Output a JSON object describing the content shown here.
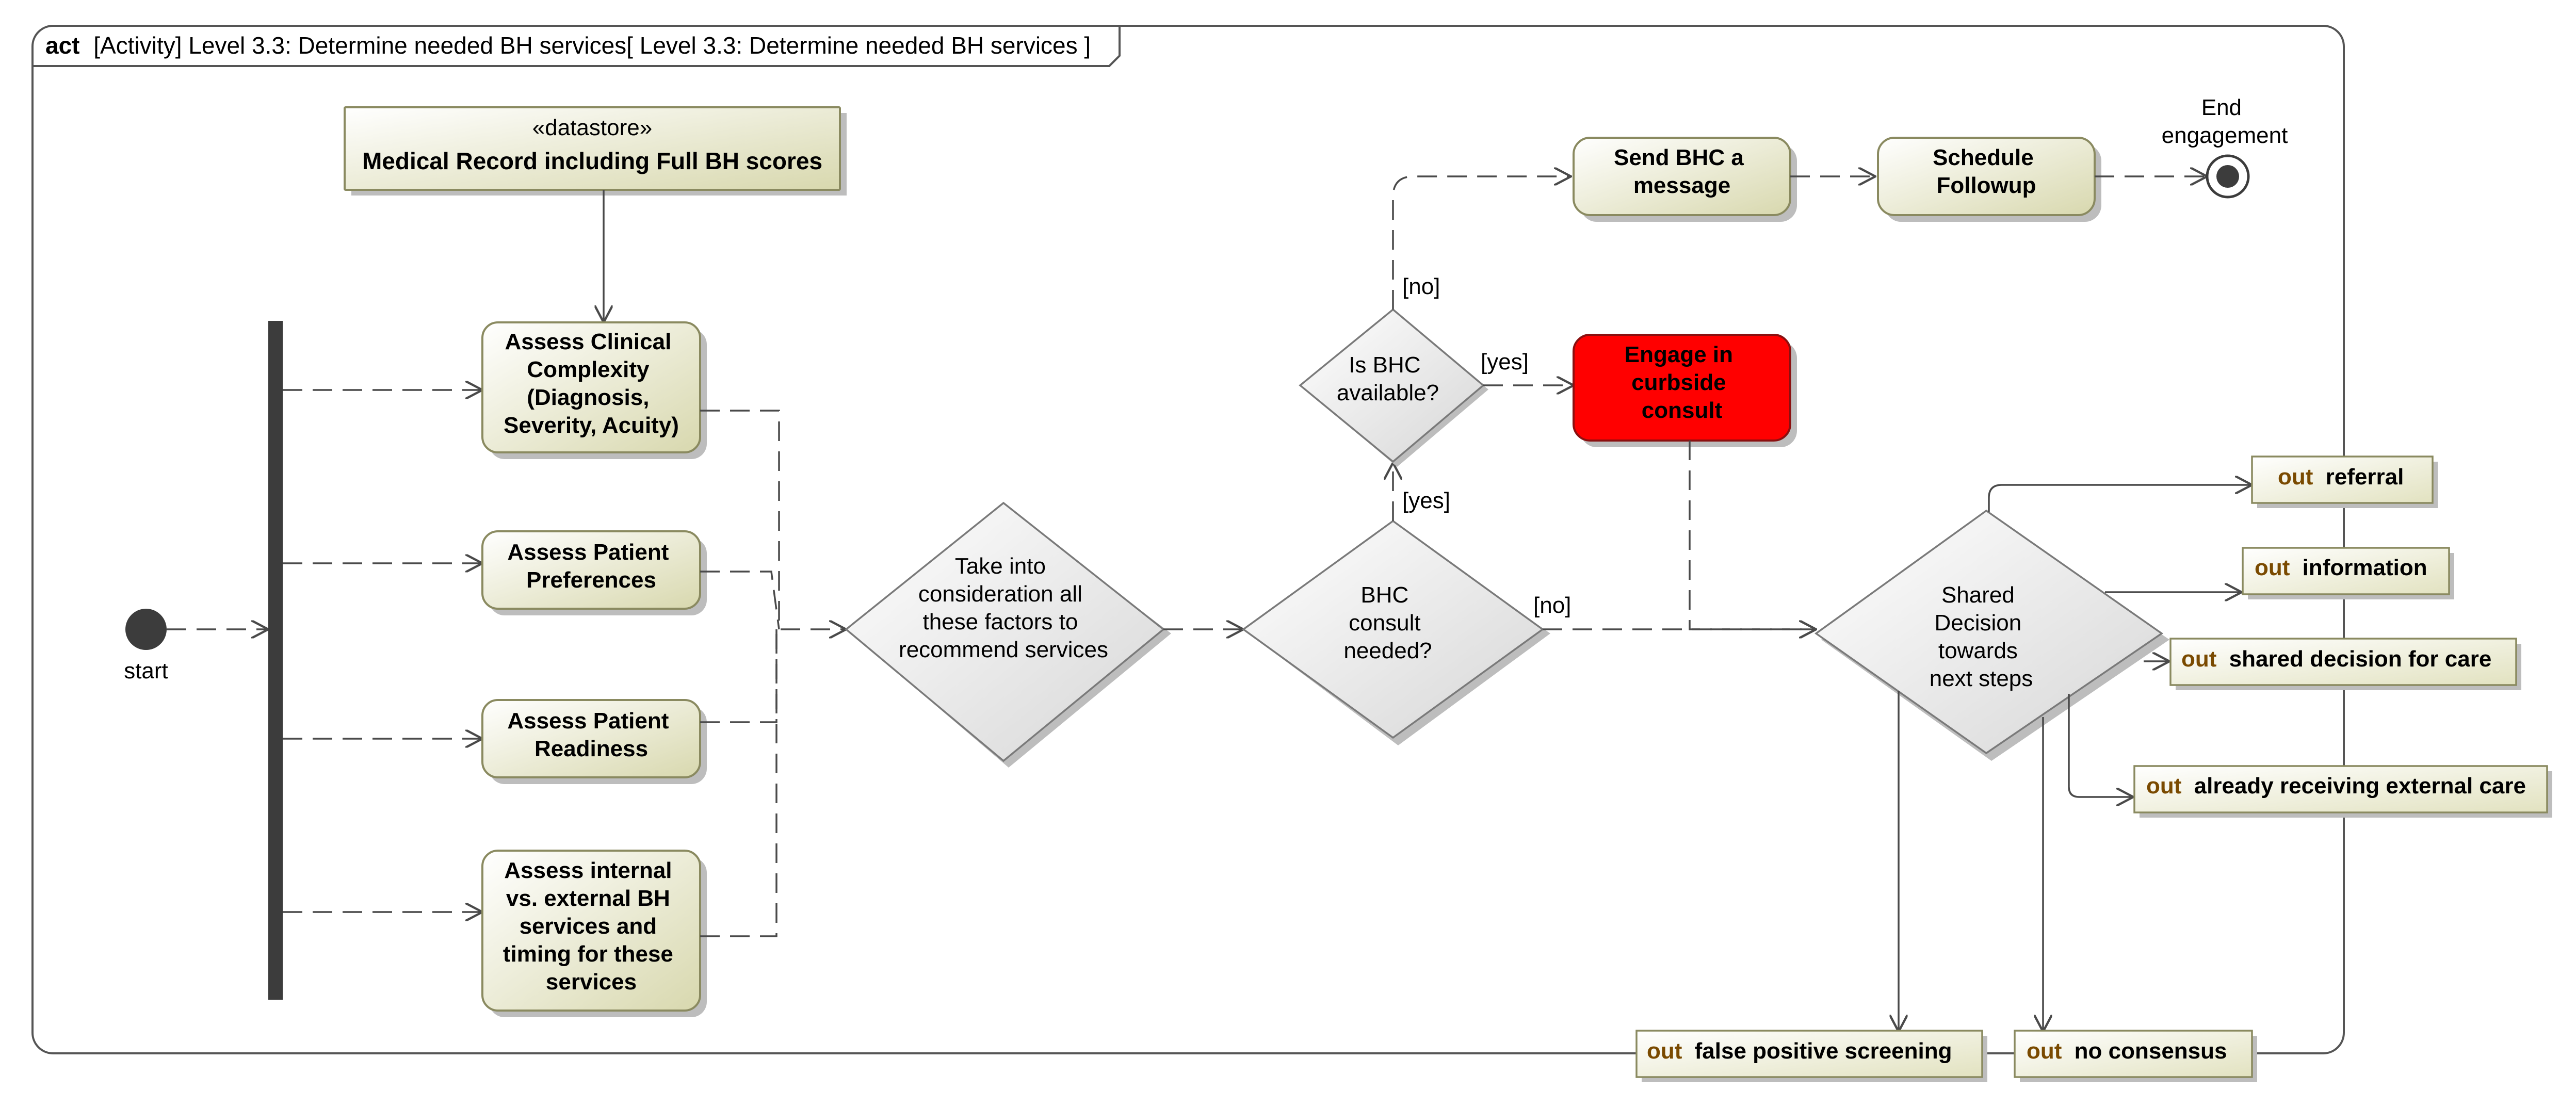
{
  "frame": {
    "keyword": "act",
    "title": "[Activity] Level 3.3:  Determine needed BH services[ Level 3.3:  Determine needed BH services ]"
  },
  "datastore": {
    "stereotype": "«datastore»",
    "name": "Medical Record including Full BH scores"
  },
  "start_label": "start",
  "end_label": [
    "End",
    "engagement"
  ],
  "actions": {
    "clinical": [
      "Assess Clinical",
      "Complexity",
      "(Diagnosis,",
      "Severity, Acuity)"
    ],
    "preferences": [
      "Assess Patient",
      "Preferences"
    ],
    "readiness": [
      "Assess Patient",
      "Readiness"
    ],
    "internal": [
      "Assess internal",
      "vs. external  BH",
      "services and",
      "timing for these",
      "services"
    ],
    "send_msg": [
      "Send BHC a",
      "message"
    ],
    "followup": [
      "Schedule",
      "Followup"
    ],
    "curbside": [
      "Engage in",
      "curbside",
      "consult"
    ]
  },
  "decisions": {
    "factors": [
      "Take into",
      "consideration all",
      "these factors to",
      "recommend services"
    ],
    "bhc_needed": [
      "BHC",
      "consult",
      "needed?"
    ],
    "bhc_available": [
      "Is BHC",
      "available?"
    ],
    "shared": [
      "Shared",
      "Decision",
      "towards",
      "next steps"
    ]
  },
  "guards": {
    "no_top": "[no]",
    "yes_right": "[yes]",
    "yes_up": "[yes]",
    "no_right": "[no]"
  },
  "pins": {
    "keyword": "out",
    "referral": "referral",
    "information": "information",
    "shared_care": "shared decision for care",
    "external": "already receiving external care",
    "false_positive": "false positive screening",
    "no_consensus": "no consensus"
  },
  "colors": {
    "action_fill_top": "#ffffff",
    "action_fill_bottom": "#dcdcb4",
    "highlight": "#ff0000",
    "fork_bar": "#3c3c3c",
    "out_keyword": "#7a4a00"
  }
}
